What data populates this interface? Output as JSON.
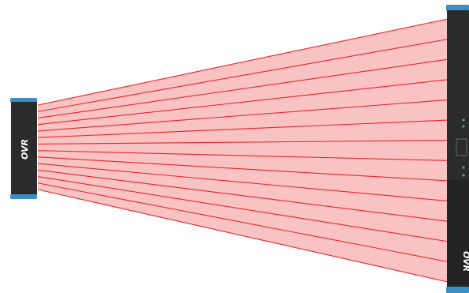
{
  "scene": {
    "beam_count": 14,
    "colors": {
      "background": "#ffffff",
      "beam_fill": "#f9c3c3",
      "beam_line": "#e8242b",
      "device_body": "#2b2b2b",
      "device_body_dark": "#232323",
      "cap": "#3a8fc4",
      "indicator": "#4aa3a0"
    }
  },
  "emitter": {
    "brand_label": "OVR"
  },
  "receiver": {
    "brand_label": "OVR"
  }
}
